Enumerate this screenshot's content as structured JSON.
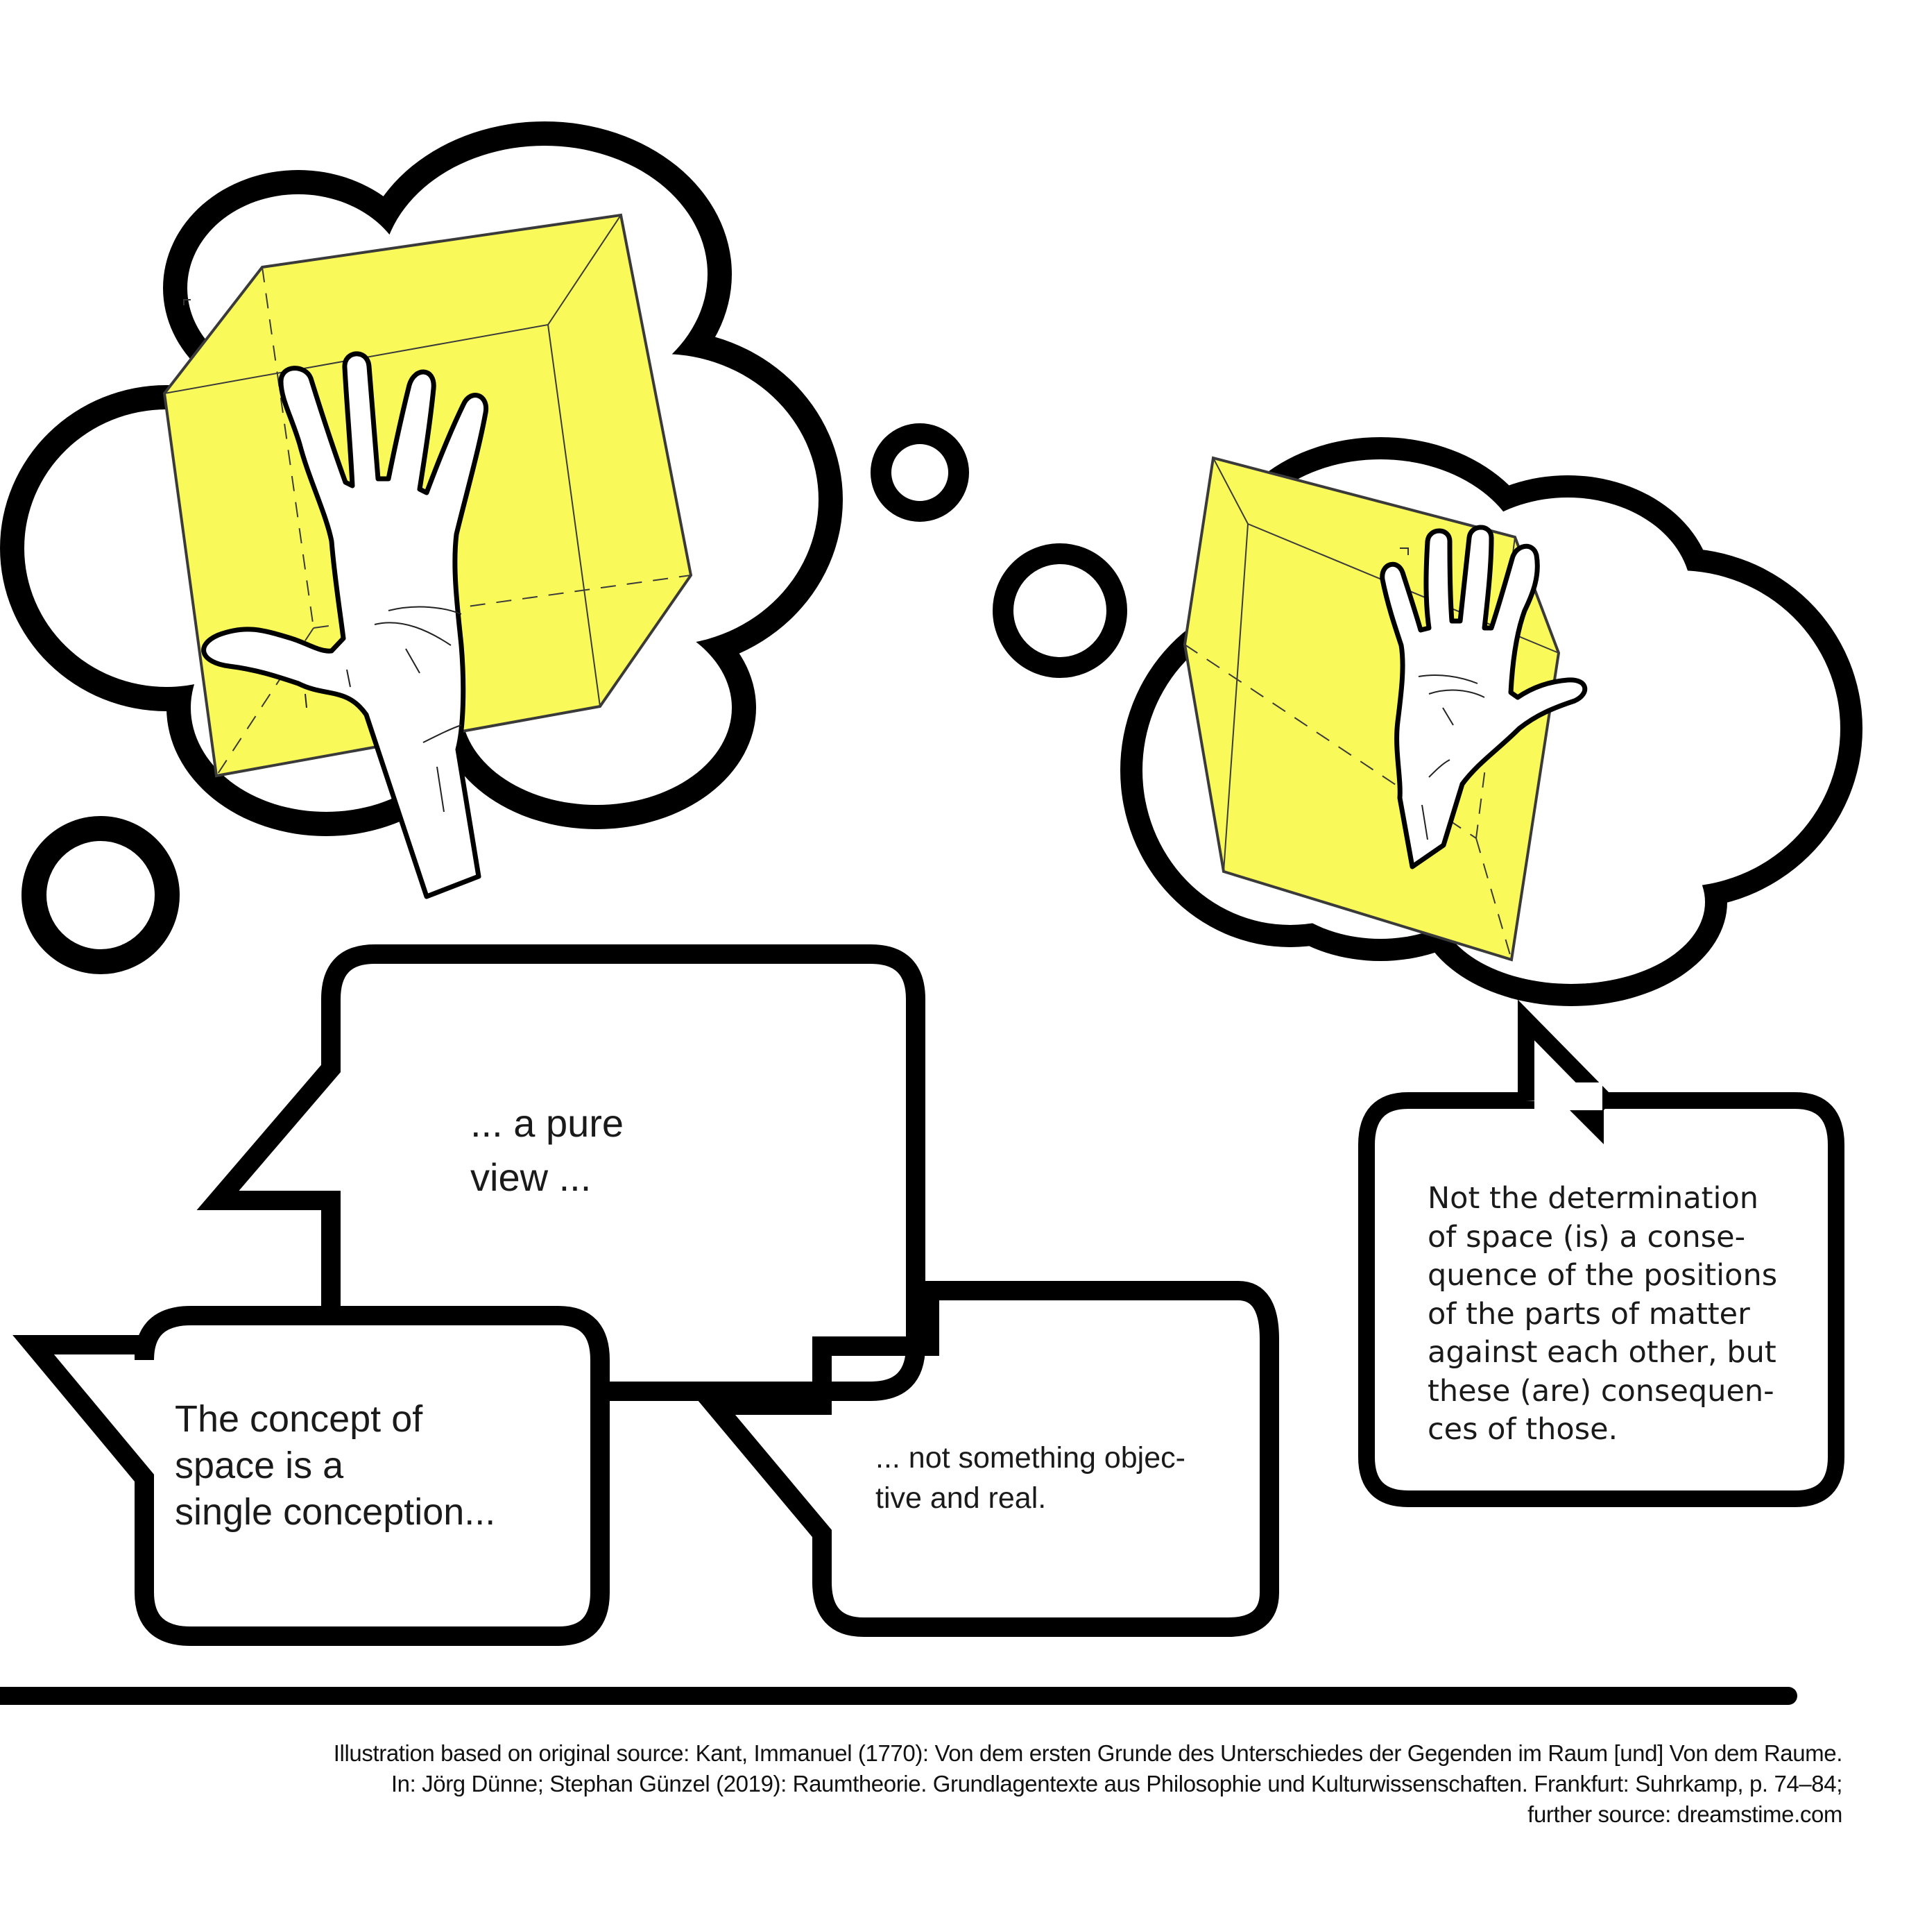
{
  "colors": {
    "outline": "#000000",
    "cube_fill": "#f9fa5a",
    "cube_edge": "#3a3a3a",
    "text": "#1a1a1a",
    "background": "#ffffff"
  },
  "thought_clouds": [
    {
      "id": "left-cloud",
      "content": "yellow cube with hand (back of hand, thumb pointing left)",
      "trail_bubbles": [
        "large-circle-bottom-left"
      ]
    },
    {
      "id": "right-cloud",
      "content": "yellow cube with hand (palm, thumb pointing right)",
      "trail_bubbles": [
        "small-circle-top",
        "medium-circle-middle"
      ]
    }
  ],
  "speech_bubbles": {
    "pure_view": {
      "text": "... a pure\nview ..."
    },
    "concept": {
      "text": "The concept of\nspace is a\nsingle conception..."
    },
    "objective": {
      "text": "... not something objec-\ntive and real."
    },
    "determination": {
      "text": "Not the determination\nof space (is) a conse-\nquence of the positions\nof the parts of matter\nagainst each other, but\nthese (are) consequen-\nces of those."
    }
  },
  "caption": {
    "line1": "Illustration based on original source: Kant, Immanuel (1770): Von dem ersten Grunde des Unterschiedes der Gegenden im Raum [und] Von dem Raume.",
    "line2": "In: Jörg Dünne; Stephan Günzel (2019): Raumtheorie. Grundlagentexte aus Philosophie und Kulturwissenschaften. Frankfurt: Suhrkamp, p. 74–84;",
    "line3": "further source: dreamstime.com"
  }
}
